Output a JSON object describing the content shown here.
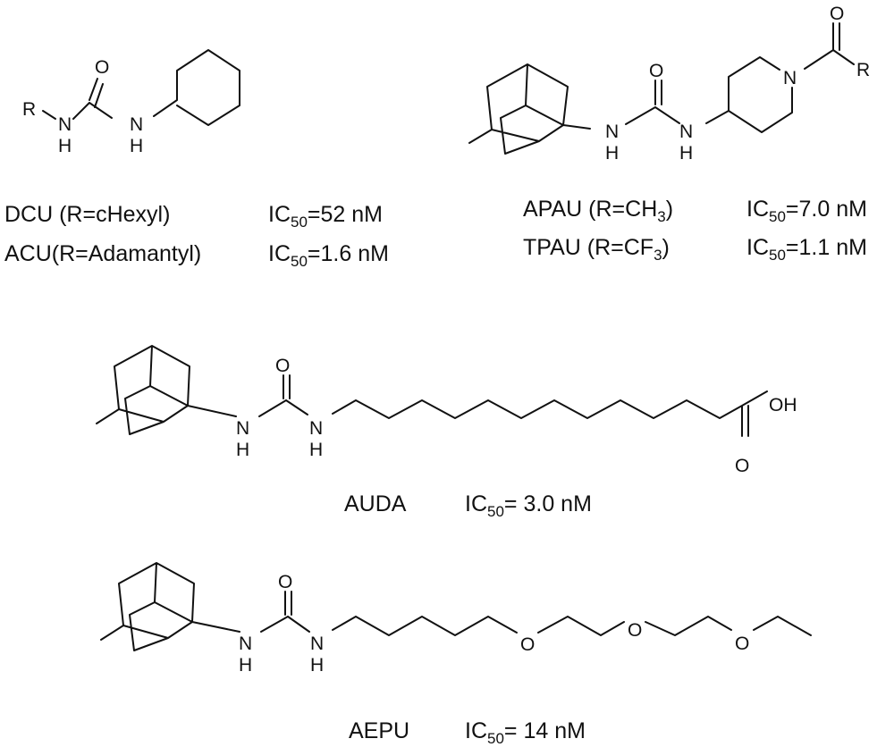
{
  "atoms": {
    "O": "O",
    "N": "N",
    "H": "H",
    "R": "R",
    "OH": "OH"
  },
  "compounds": {
    "dcu": {
      "name": "DCU (R=cHexyl)",
      "ic": "IC",
      "ic_sub": "50",
      "ic_val": "=52 nM"
    },
    "acu": {
      "name": "ACU(R=Adamantyl)",
      "ic": "IC",
      "ic_sub": "50",
      "ic_val": "=1.6 nM"
    },
    "apau": {
      "name_pre": "APAU (R=CH",
      "name_sub": "3",
      "name_post": ")",
      "ic": "IC",
      "ic_sub": "50",
      "ic_val": "=7.0 nM"
    },
    "tpau": {
      "name_pre": "TPAU (R=CF",
      "name_sub": "3",
      "name_post": ")",
      "ic": "IC",
      "ic_sub": "50",
      "ic_val": "=1.1 nM"
    },
    "auda": {
      "name": "AUDA",
      "ic": "IC",
      "ic_sub": "50",
      "ic_val": "= 3.0 nM"
    },
    "aepu": {
      "name": "AEPU",
      "ic": "IC",
      "ic_sub": "50",
      "ic_val": "= 14 nM"
    }
  }
}
